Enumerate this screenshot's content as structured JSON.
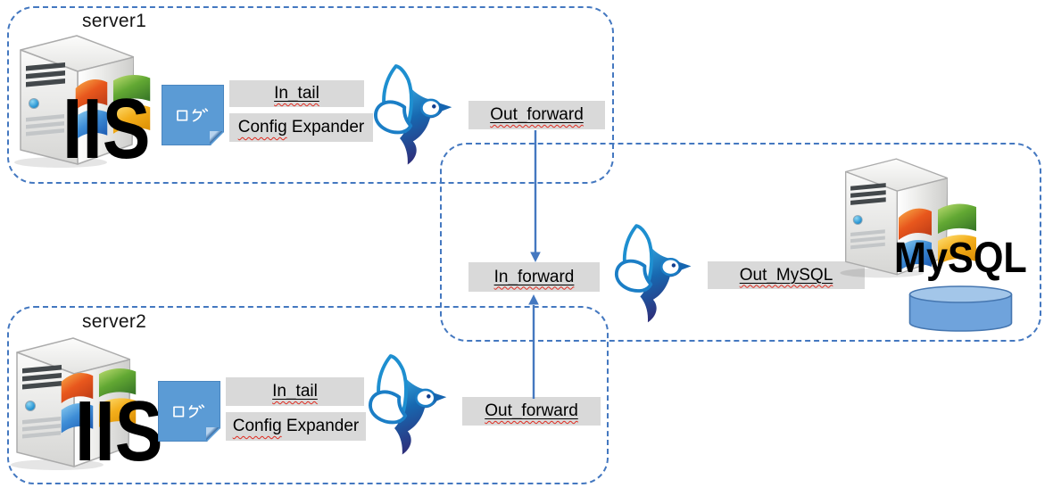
{
  "colors": {
    "accent_blue": "#4478C0",
    "label_gray": "#D9D9D9",
    "note_blue": "#5B9BD5",
    "cylinder_blue": "#6FA3DC",
    "spellcheck_red": "#E02B20"
  },
  "icons": {
    "server_tower": "server-tower-icon",
    "windows_logo": "windows-logo-icon",
    "fluentd_bird": "fluentd-bird-icon",
    "log_note": "log-note-icon",
    "database_cylinder": "database-cylinder-icon"
  },
  "server1": {
    "title": "server1",
    "app": "IIS",
    "note_label": "ログ",
    "input_plugin": "In_tail",
    "filter_word1": "Config",
    "filter_word2": " Expander",
    "output_plugin": "Out_forward"
  },
  "server2": {
    "title": "server2",
    "app": "IIS",
    "note_label": "ログ",
    "input_plugin": "In_tail",
    "filter_word1": "Config",
    "filter_word2": " Expander",
    "output_plugin": "Out_forward"
  },
  "aggregator": {
    "input_plugin": "In_forward",
    "output_plugin": "Out_MySQL",
    "db_label": "MySQL"
  }
}
